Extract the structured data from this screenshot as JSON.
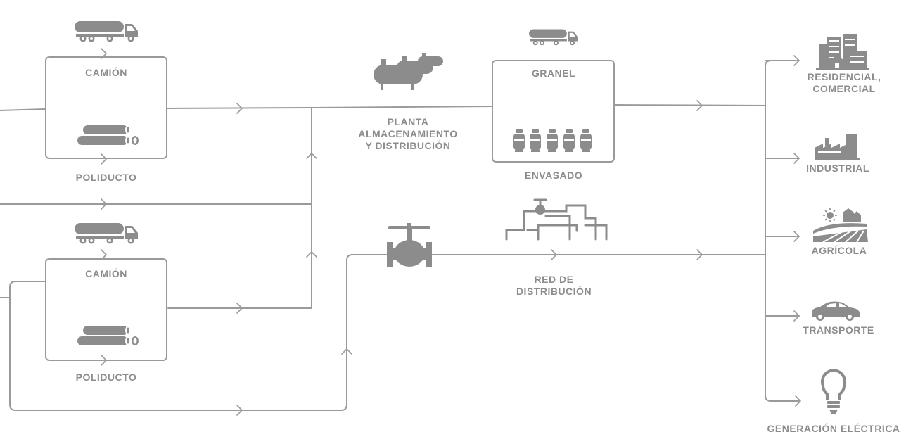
{
  "labels": {
    "camion_top": "CAMIÓN",
    "poliducto_top": "POLIDUCTO",
    "camion_bottom": "CAMIÓN",
    "poliducto_bottom": "POLIDUCTO",
    "planta": [
      "PLANTA",
      "ALMACENAMIENTO",
      "Y DISTRIBUCIÓN"
    ],
    "granel": "GRANEL",
    "envasado": "ENVASADO",
    "red": [
      "RED DE",
      "DISTRIBUCIÓN"
    ],
    "residencial": [
      "RESIDENCIAL,",
      "COMERCIAL"
    ],
    "industrial": "INDUSTRIAL",
    "agricola": "AGRÍCOLA",
    "transporte": "TRANSPORTE",
    "generacion": "GENERACIÓN ELÉCTRICA"
  },
  "icons": [
    "tanker-truck-icon",
    "pipes-icon",
    "storage-tanks-icon",
    "gas-cylinders-icon",
    "valve-icon",
    "pipe-network-icon",
    "buildings-icon",
    "factory-icon",
    "farm-icon",
    "car-icon",
    "lightbulb-icon"
  ],
  "colors": {
    "line": "#9a9a9a",
    "icon": "#8c8c8c",
    "background": "#ffffff"
  }
}
